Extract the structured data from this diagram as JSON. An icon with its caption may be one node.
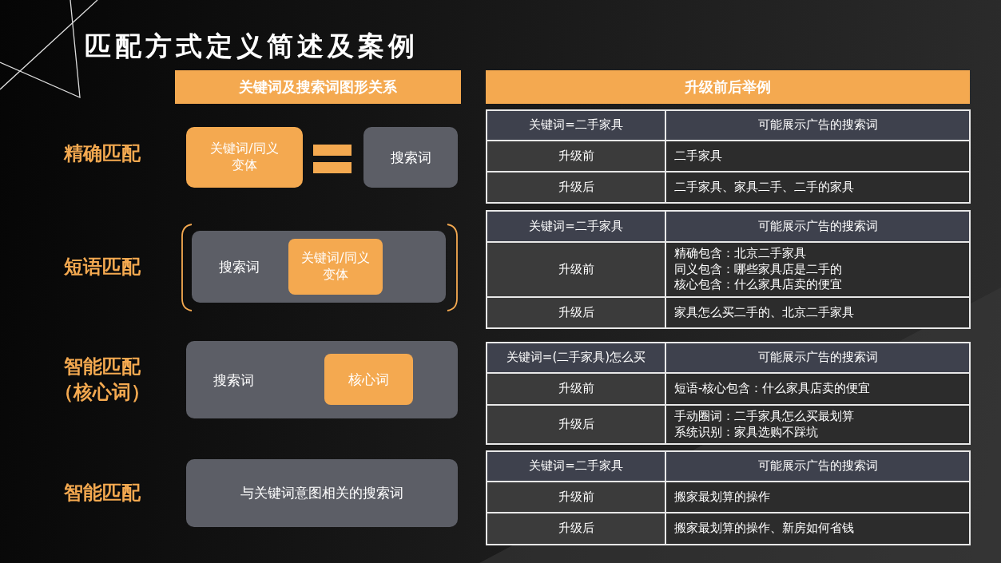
{
  "diagram": {
    "title": "匹配方式定义简述及案例",
    "nodes": [
      {
        "text": [
          "关键词及搜索词图形关系"
        ]
      },
      {
        "text": [
          "升级前后举例"
        ]
      },
      {
        "text": [
          "关键词/同义变体"
        ]
      },
      {
        "text": [
          "搜索词"
        ]
      },
      {
        "text": [
          "搜索词"
        ]
      },
      {
        "text": [
          "关键词/同义变体"
        ],
        "in": 4
      },
      {
        "text": [
          "搜索词"
        ]
      },
      {
        "text": [
          "核心词"
        ],
        "in": 6
      },
      {
        "text": [
          "与关键词意图相关的搜索词"
        ]
      }
    ],
    "labels": [
      "精确匹配",
      "短语匹配",
      "智能匹配（核心词）",
      "智能匹配",
      "关键词=二手家具",
      "可能展示广告的搜索词",
      "升级前",
      "二手家具",
      "升级后",
      "二手家具、家具二手、二手的家具",
      "关键词=二手家具",
      "可能展示广告的搜索词",
      "升级前",
      "精确包含：北京二手家具",
      "同义包含：哪些家具店是二手的",
      "核心包含：什么家具店卖的便宜",
      "升级后",
      "家具怎么买二手的、北京二手家具",
      "关键词=(二手家具)怎么买",
      "可能展示广告的搜索词",
      "升级前",
      "短语-核心包含：什么家具店卖的便宜",
      "升级后",
      "手动圈词：二手家具怎么买最划算",
      "系统识别：家具选购不踩坑",
      "关键词=二手家具",
      "可能展示广告的搜索词",
      "升级前",
      "搬家最划算的操作",
      "升级后",
      "搬家最划算的操作、新房如何省钱"
    ]
  }
}
